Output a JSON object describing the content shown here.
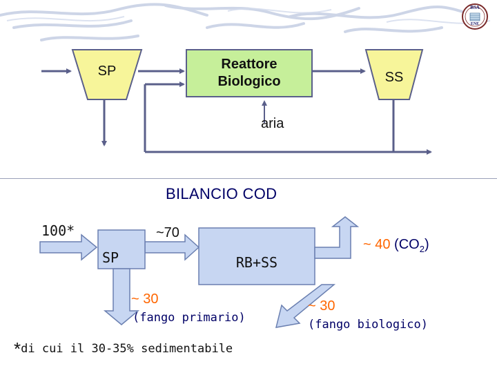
{
  "colors": {
    "sedimentation_fill": "#f7f59a",
    "reactor_fill": "#c6ef9a",
    "chemical_box_fill": "#c7d6f2",
    "line": "#5a5f8a",
    "orange_text": "#ff6600",
    "navy_text": "#000066",
    "background_wave": "#b9c4dd"
  },
  "logo": {
    "top_text": "BSA",
    "bottom_text": "ENE"
  },
  "process_scheme": {
    "primary_settler_label": "SP",
    "reactor_label_line1": "Reattore",
    "reactor_label_line2": "Biologico",
    "secondary_settler_label": "SS",
    "air_label": "aria"
  },
  "cod_balance": {
    "title": "BILANCIO COD",
    "input_value": "100*",
    "to_reactor_value": "~70",
    "primary_settler_label": "SP",
    "reactor_label": "RB+SS",
    "co2_value": "~ 40",
    "co2_unit_prefix": "(CO",
    "co2_subscript": "2",
    "co2_unit_suffix": ")",
    "primary_sludge_value": "~ 30",
    "primary_sludge_label": "(fango primario)",
    "biological_sludge_value": "~ 30",
    "biological_sludge_label": "(fango biologico)",
    "footnote_asterisk": "*",
    "footnote_text": "di cui il 30-35% sedimentabile"
  }
}
